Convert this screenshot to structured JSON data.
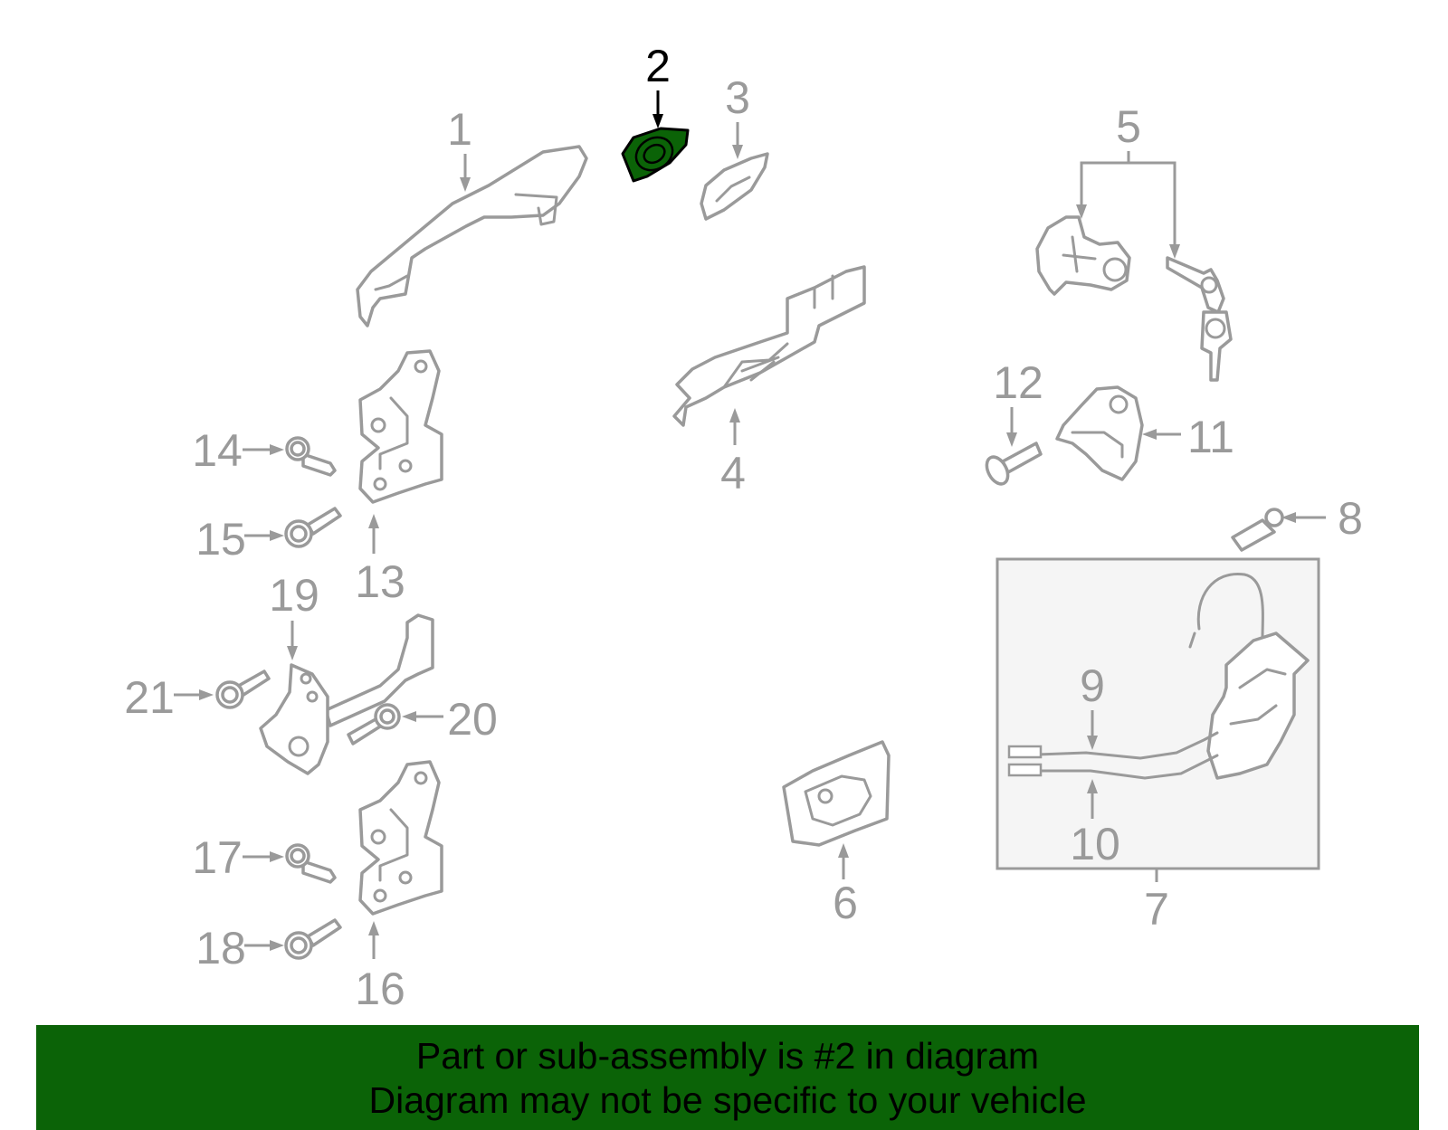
{
  "diagram": {
    "highlight_color": "#0b6307",
    "line_color": "#9a9a9a",
    "highlighted_part": "2",
    "callouts": {
      "c1": "1",
      "c2": "2",
      "c3": "3",
      "c4": "4",
      "c5": "5",
      "c6": "6",
      "c7": "7",
      "c8": "8",
      "c9": "9",
      "c10": "10",
      "c11": "11",
      "c12": "12",
      "c13": "13",
      "c14": "14",
      "c15": "15",
      "c16": "16",
      "c17": "17",
      "c18": "18",
      "c19": "19",
      "c20": "20",
      "c21": "21"
    }
  },
  "banner": {
    "line1": "Part or sub-assembly is #2 in diagram",
    "line2": "Diagram may not be specific to your vehicle",
    "background": "#0b6307"
  }
}
